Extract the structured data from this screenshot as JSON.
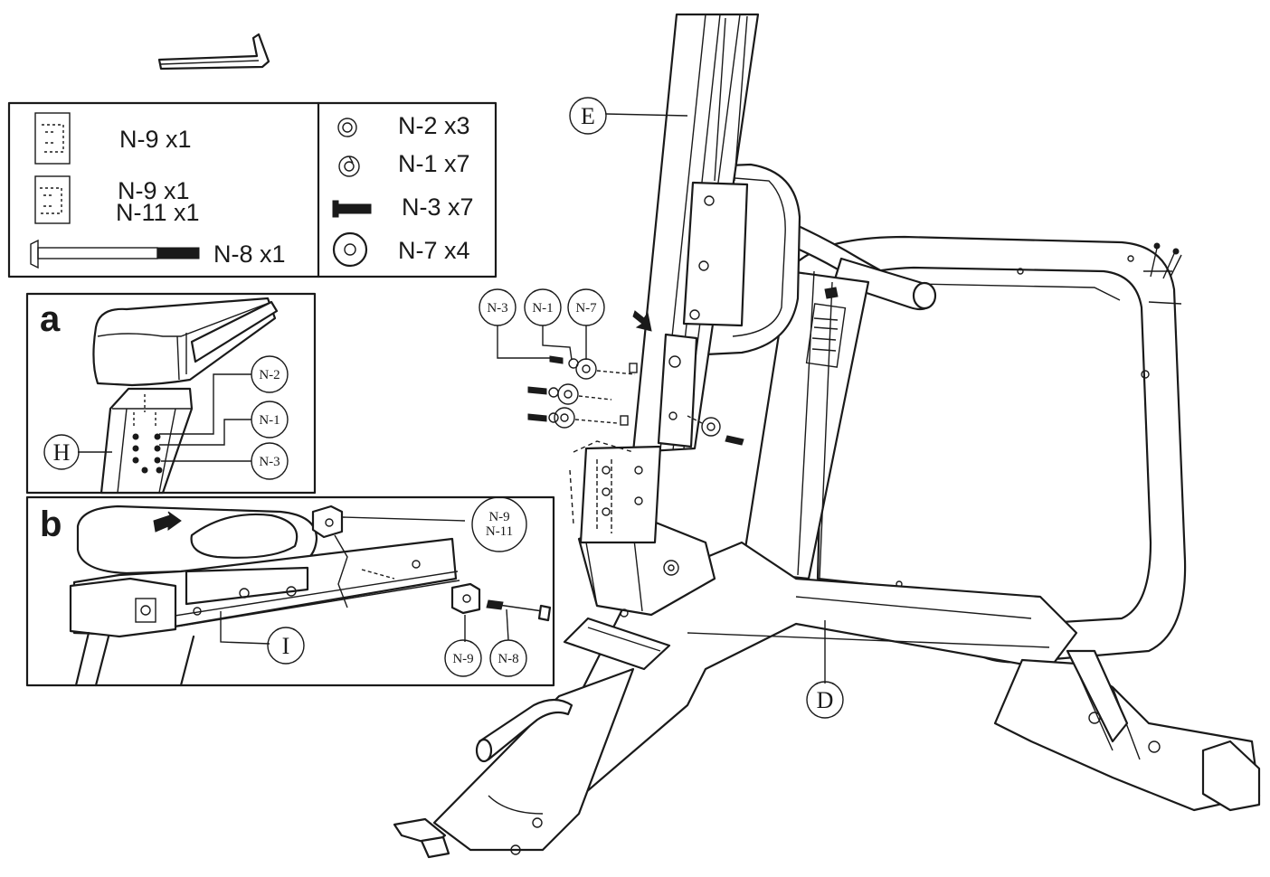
{
  "parts_list": {
    "left": [
      {
        "line1": "N-9  x1",
        "line2": ""
      },
      {
        "line1": "N-9  x1",
        "line2": "N-11  x1"
      },
      {
        "line1": "N-8  x1",
        "line2": ""
      }
    ],
    "right": [
      {
        "label": "N-2  x3",
        "icon": "hex-nut-icon"
      },
      {
        "label": "N-1  x7",
        "icon": "spring-washer-icon"
      },
      {
        "label": "N-3  x7",
        "icon": "bolt-icon"
      },
      {
        "label": "N-7  x4",
        "icon": "flat-washer-icon"
      }
    ]
  },
  "detail_a": {
    "letter": "a",
    "callouts": {
      "n2": "N-2",
      "n1": "N-1",
      "n3": "N-3",
      "h": "H"
    }
  },
  "detail_b": {
    "letter": "b",
    "callouts": {
      "n9_n11_top": "N-9",
      "n9_n11_bottom": "N-11",
      "n9": "N-9",
      "n8": "N-8",
      "i": "I"
    }
  },
  "main": {
    "callouts": {
      "e": "E",
      "d": "D",
      "n3": "N-3",
      "n1": "N-1",
      "n7": "N-7"
    }
  },
  "colors": {
    "ink": "#1a1a1a",
    "paper": "#ffffff"
  }
}
